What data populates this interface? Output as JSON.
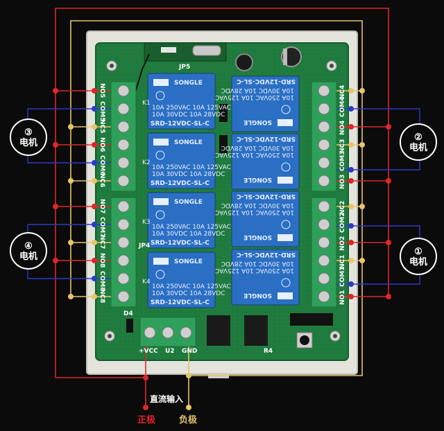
{
  "colors": {
    "background": "#0b0b0b",
    "pcb": "#1f7a3d",
    "case": "#e4e4dc",
    "relay": "#2b6fc4",
    "terminal": "#2fa05a",
    "wire_red": "#e0262a",
    "wire_blue": "#2a3cc8",
    "wire_yellow": "#e8c46a"
  },
  "motors": [
    {
      "num": "③",
      "label": "电机"
    },
    {
      "num": "④",
      "label": "电机"
    },
    {
      "num": "②",
      "label": "电机"
    },
    {
      "num": "①",
      "label": "电机"
    }
  ],
  "left_terminals": [
    "NO5",
    "COM5",
    "NC5",
    "NO6",
    "COM6",
    "NC6",
    "NO7",
    "COM7",
    "NC7",
    "NO8",
    "COM8",
    "NC8"
  ],
  "right_terminals": [
    "NC4",
    "COM4",
    "NO4",
    "NC3",
    "COM3",
    "NO3",
    "NC2",
    "COM2",
    "NO2",
    "NC1",
    "COM1",
    "NO1"
  ],
  "relay": {
    "brand": "SONGLE",
    "line1": "10A 250VAC  10A 125VAC",
    "line2": "10A  30VDC  10A  28VDC",
    "model": "SRD-12VDC-SL-C"
  },
  "board": {
    "vcc": "+VCC",
    "gnd": "GND",
    "u2": "U2",
    "r4": "R4",
    "jp5": "JP5",
    "jp4": "JP4",
    "d4": "D4",
    "k_labels": [
      "K1",
      "K2",
      "K3",
      "K4"
    ]
  },
  "power": {
    "input_label": "直流输入",
    "positive": "正极",
    "negative": "负极"
  }
}
